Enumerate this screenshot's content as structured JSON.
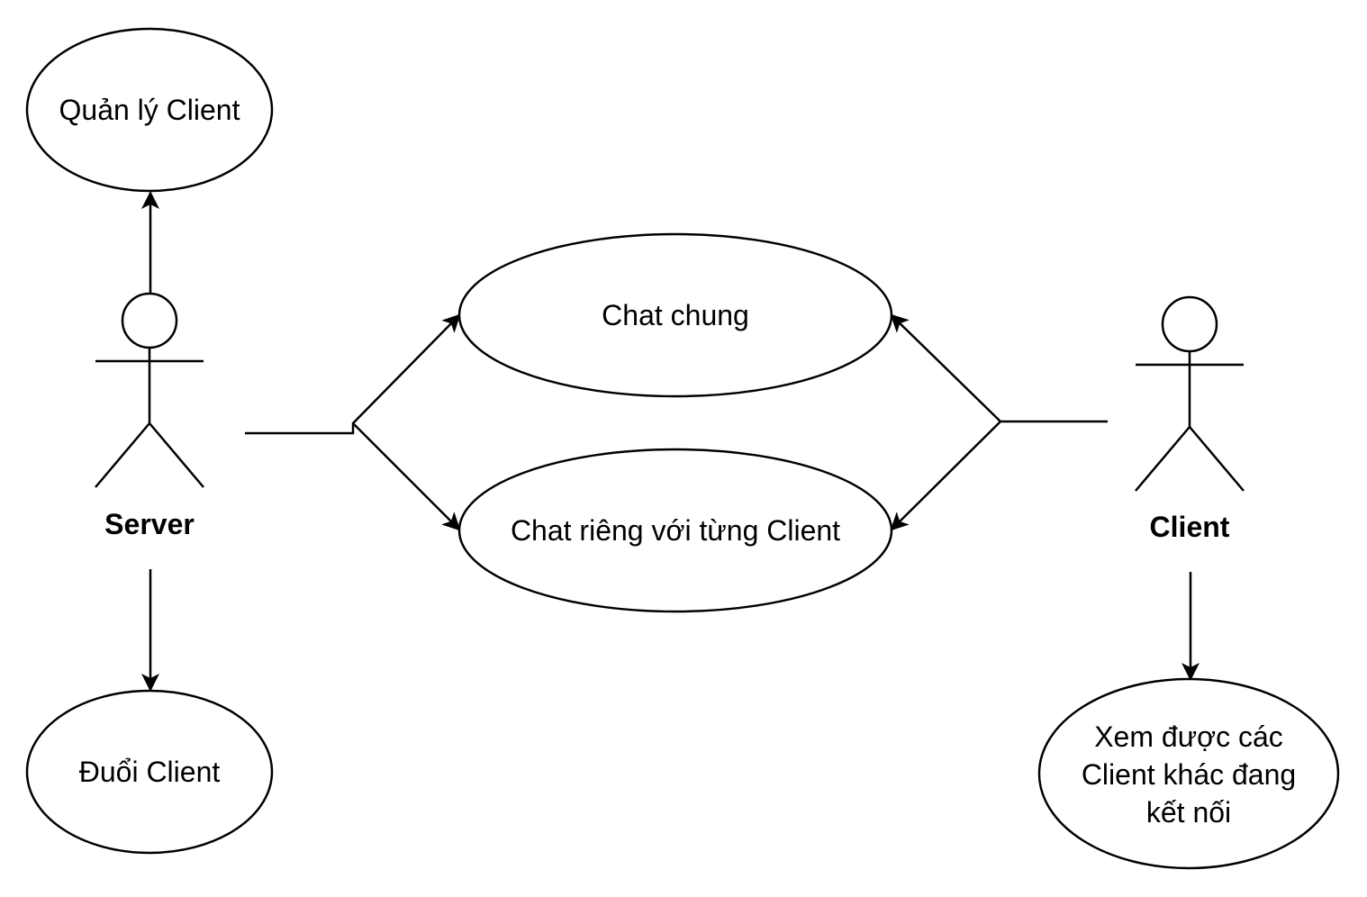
{
  "diagram": {
    "type": "use-case",
    "colors": {
      "stroke": "#000000",
      "fill": "#ffffff",
      "text": "#000000"
    },
    "actors": [
      {
        "id": "server",
        "label": "Server"
      },
      {
        "id": "client",
        "label": "Client"
      }
    ],
    "use_cases": [
      {
        "id": "quan-ly-client",
        "lines": [
          "Quản lý Client"
        ]
      },
      {
        "id": "duoi-client",
        "lines": [
          "Đuổi Client"
        ]
      },
      {
        "id": "chat-chung",
        "lines": [
          "Chat chung"
        ]
      },
      {
        "id": "chat-rieng",
        "lines": [
          "Chat riêng với từng Client"
        ]
      },
      {
        "id": "xem-client",
        "lines": [
          "Xem được các",
          "Client khác đang",
          "kết nối"
        ]
      }
    ],
    "relations": [
      {
        "from": "server",
        "to": "quan-ly-client"
      },
      {
        "from": "server",
        "to": "duoi-client"
      },
      {
        "from": "server",
        "to": "chat-chung"
      },
      {
        "from": "server",
        "to": "chat-rieng"
      },
      {
        "from": "client",
        "to": "chat-chung"
      },
      {
        "from": "client",
        "to": "chat-rieng"
      },
      {
        "from": "client",
        "to": "xem-client"
      }
    ]
  }
}
